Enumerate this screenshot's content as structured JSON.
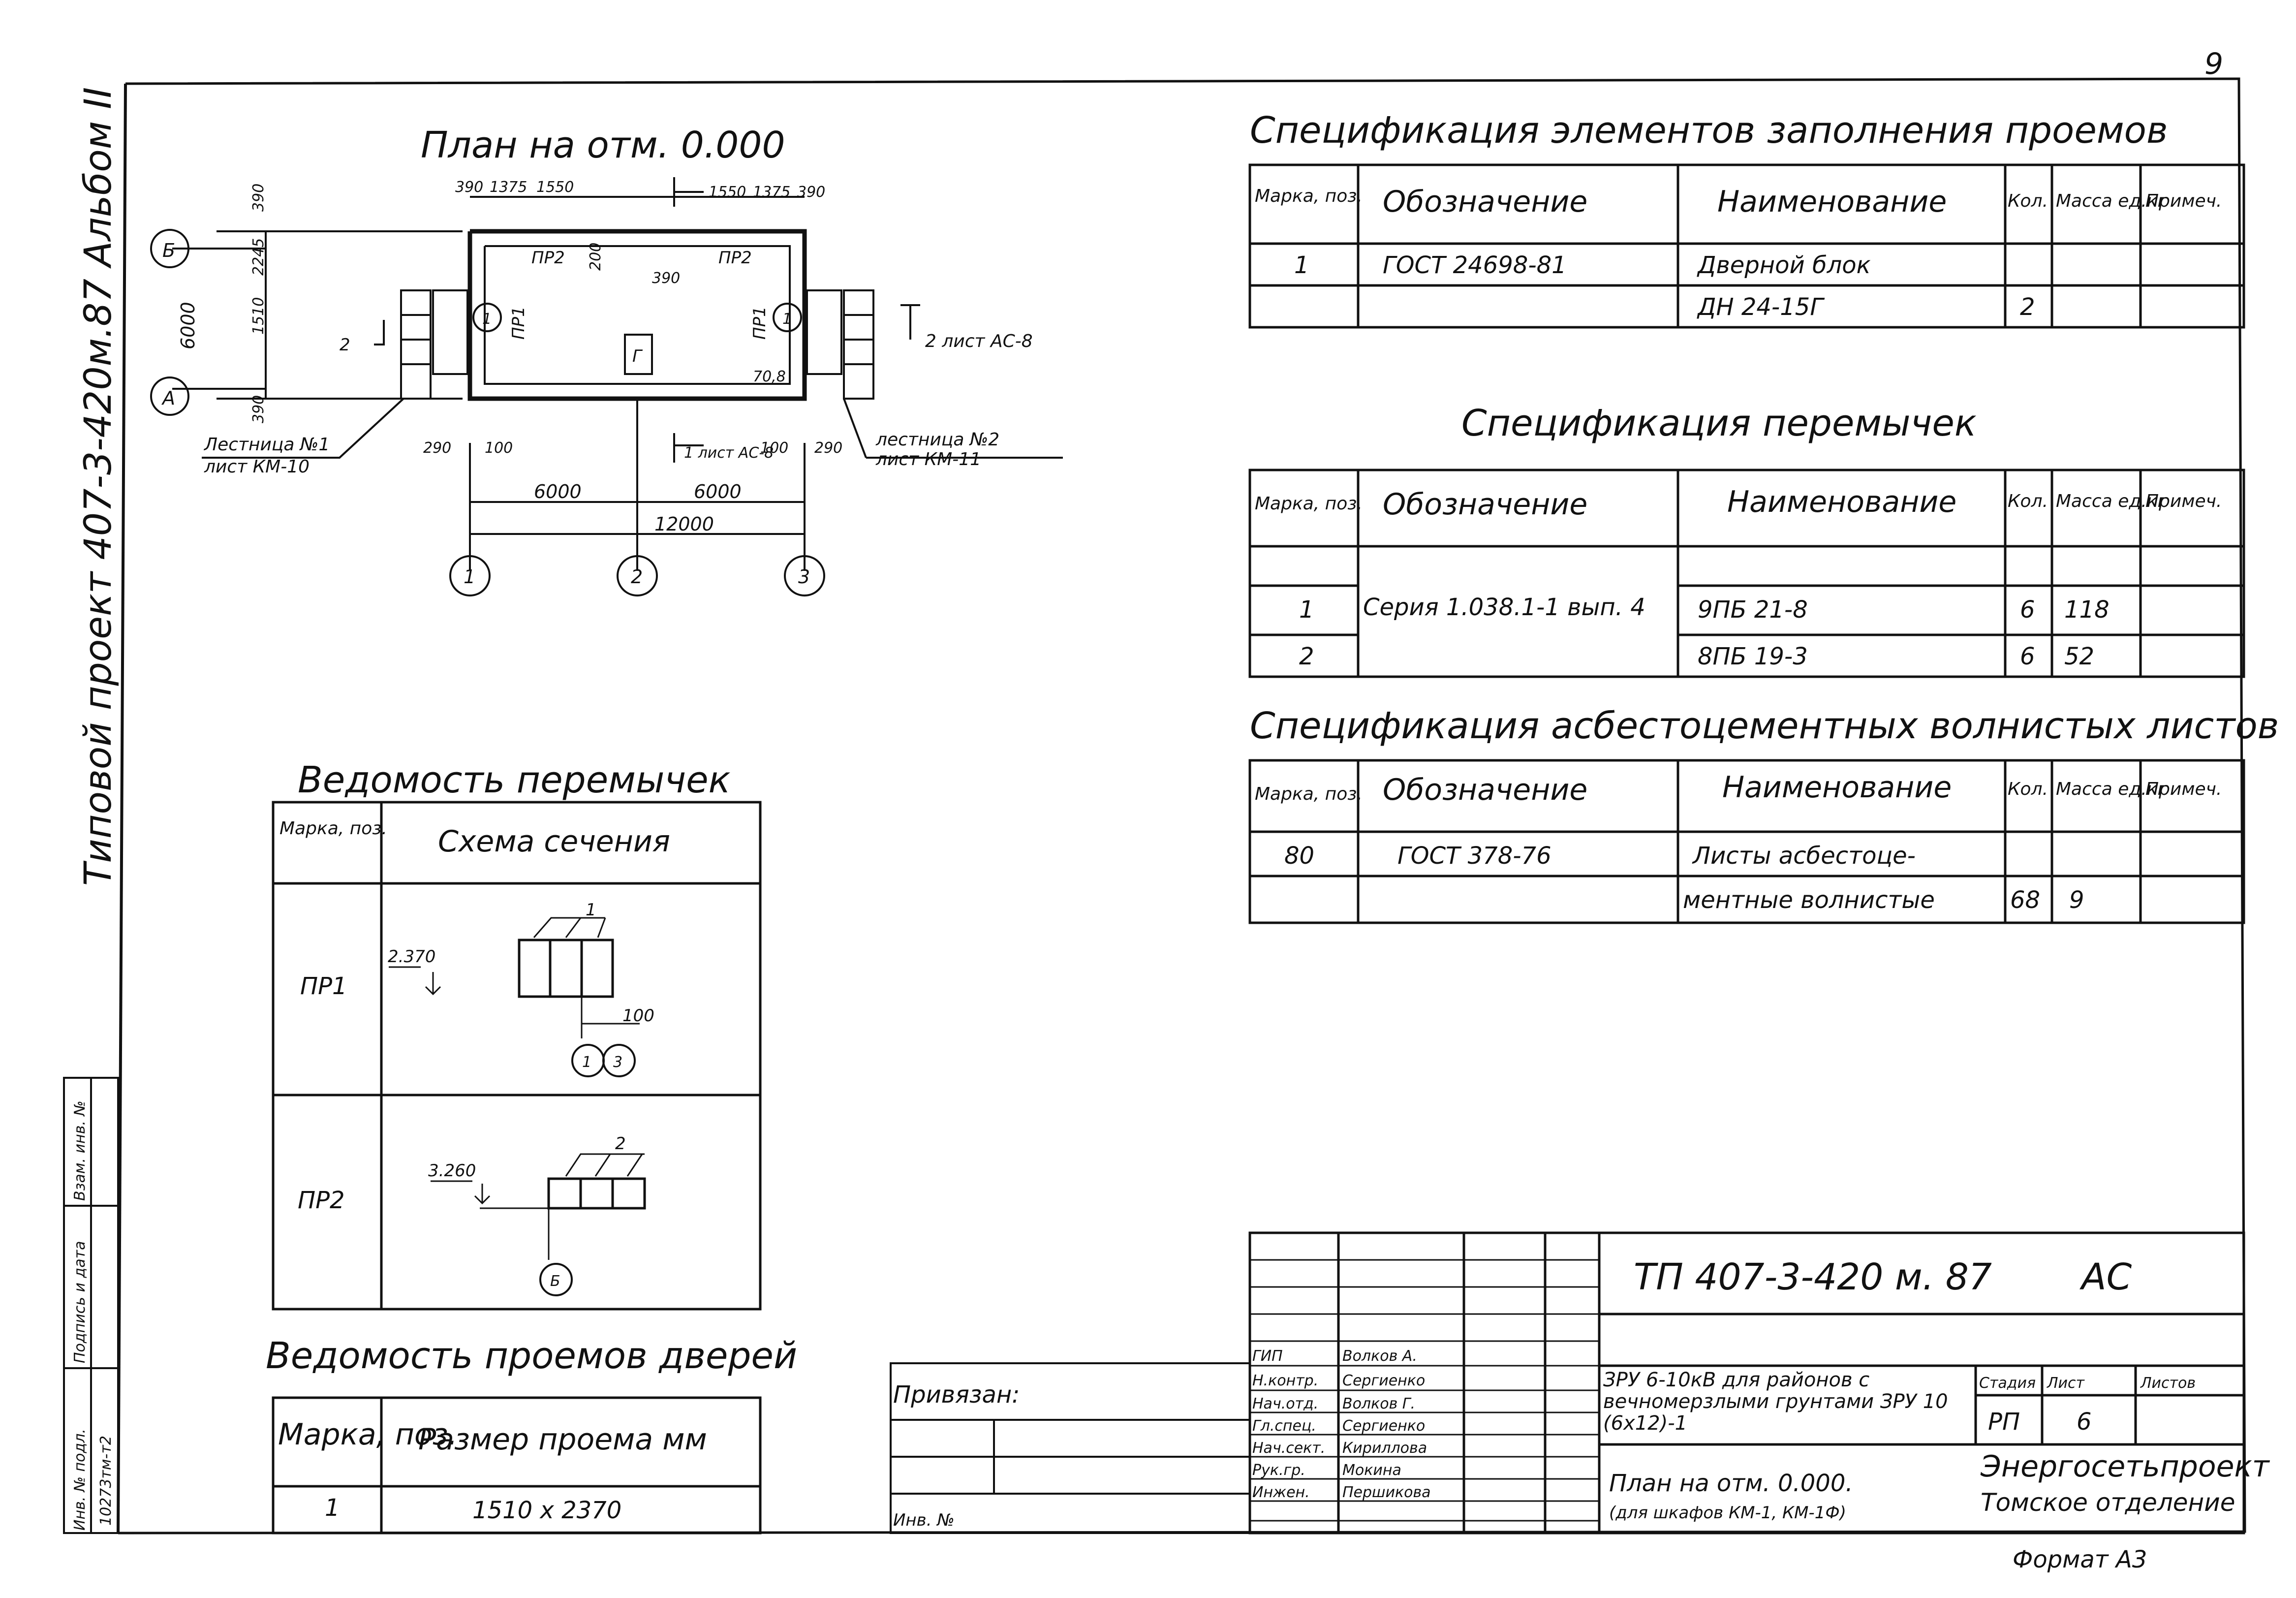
{
  "page_number": "9",
  "side_label": "Типовой проект 407-3-420м.87 Альбом II",
  "plan": {
    "title": "План на отм. 0.000",
    "axis_b": "Б",
    "axis_a": "А",
    "axis_1": "1",
    "axis_2": "2",
    "axis_3": "3",
    "dims_top_left": [
      "390",
      "1375",
      "1550"
    ],
    "dims_top_right": [
      "1550",
      "1375",
      "390"
    ],
    "dims_left": [
      "390",
      "2245",
      "1510",
      "390"
    ],
    "dim_6000_v": "6000",
    "pr2_left": "ПР2",
    "pr2_right": "ПР2",
    "dim_200": "200",
    "dim_390": "390",
    "pr1_left": "ПР1",
    "pr1_right": "ПР1",
    "circle_1": "1",
    "room_g": "Г",
    "mark_70_8": "70,8",
    "section_2_label": "2",
    "section_2_ref": "2 лист АС-8",
    "section_1_label": "1",
    "section_1_ref": "1 лист АС-8",
    "stair_left_1": "Лестница №1",
    "stair_left_2": "лист КМ-10",
    "stair_right_1": "лестница №2",
    "stair_right_2": "лист КМ-11",
    "dim_290_l": "290",
    "dim_100_l": "100",
    "dim_100_r": "100",
    "dim_290_r": "290",
    "dim_6000_a": "6000",
    "dim_6000_b": "6000",
    "dim_12000": "12000"
  },
  "spec_fill": {
    "title": "Спецификация элементов заполнения проемов",
    "headers": [
      "Марка, поз.",
      "Обозначение",
      "Наименование",
      "Кол.",
      "Масса ед.кг",
      "Примеч."
    ],
    "rows": [
      [
        "1",
        "ГОСТ 24698-81",
        "Дверной блок",
        "",
        "",
        ""
      ],
      [
        "",
        "",
        "ДН 24-15Г",
        "2",
        "",
        ""
      ]
    ]
  },
  "spec_lintels": {
    "title": "Спецификация перемычек",
    "headers": [
      "Марка, поз.",
      "Обозначение",
      "Наименование",
      "Кол.",
      "Масса ед.кг",
      "Примеч."
    ],
    "series": "Серия 1.038.1-1 вып. 4",
    "rows": [
      [
        "1",
        "9ПБ 21-8",
        "6",
        "118"
      ],
      [
        "2",
        "8ПБ 19-3",
        "6",
        "52"
      ]
    ]
  },
  "spec_sheets": {
    "title": "Спецификация асбестоцементных волнистых листов",
    "headers": [
      "Марка, поз.",
      "Обозначение",
      "Наименование",
      "Кол.",
      "Масса ед.кг",
      "Примеч."
    ],
    "row1": [
      "80",
      "ГОСТ 378-76",
      "Листы асбестоце-"
    ],
    "row2": [
      "ментные волнистые",
      "68",
      "9"
    ]
  },
  "vedomost_lintels": {
    "title": "Ведомость перемычек",
    "headers": [
      "Марка, поз.",
      "Схема сечения"
    ],
    "pr1": {
      "mark": "ПР1",
      "level": "2.370",
      "num": "1",
      "dim": "100",
      "ax1": "1",
      "ax2": "3"
    },
    "pr2": {
      "mark": "ПР2",
      "level": "3.260",
      "num": "2",
      "ax": "Б"
    }
  },
  "vedomost_doors": {
    "title": "Ведомость проемов дверей",
    "headers": [
      "Марка, поз.",
      "Размер проема мм"
    ],
    "rows": [
      [
        "1",
        "1510 x 2370"
      ]
    ]
  },
  "stamp_left": {
    "privyazan": "Привязан:",
    "inv": "Инв. №"
  },
  "stamp_side": [
    "Инв. № подл.",
    "Подпись и дата",
    "Взам. инв. №"
  ],
  "stamp_side_value": "10273тм-т2",
  "title_block": {
    "code": "ТП 407-3-420 м. 87",
    "part": "АС",
    "roles": [
      "ГИП",
      "Н.контр.",
      "Нач.отд.",
      "Гл.спец.",
      "Нач.сект.",
      "Рук.гр.",
      "Инжен."
    ],
    "names": [
      "Волков А.",
      "Сергиенко",
      "Волков Г.",
      "Сергиенко",
      "Кириллова",
      "Мокина",
      "Першикова"
    ],
    "object_name": "ЗРУ 6-10кВ для районов с вечномерзлыми грунтами ЗРУ 10 (6x12)-1",
    "sheet_name_1": "План на отм. 0.000.",
    "sheet_name_2": "(для шкафов КМ-1, КМ-1Ф)",
    "stage_h": "Стадия",
    "sheet_h": "Лист",
    "sheets_h": "Листов",
    "stage": "РП",
    "sheet": "6",
    "sheets": "",
    "org_1": "Энергосетьпроект",
    "org_2": "Томское отделение",
    "format": "Формат А3"
  }
}
